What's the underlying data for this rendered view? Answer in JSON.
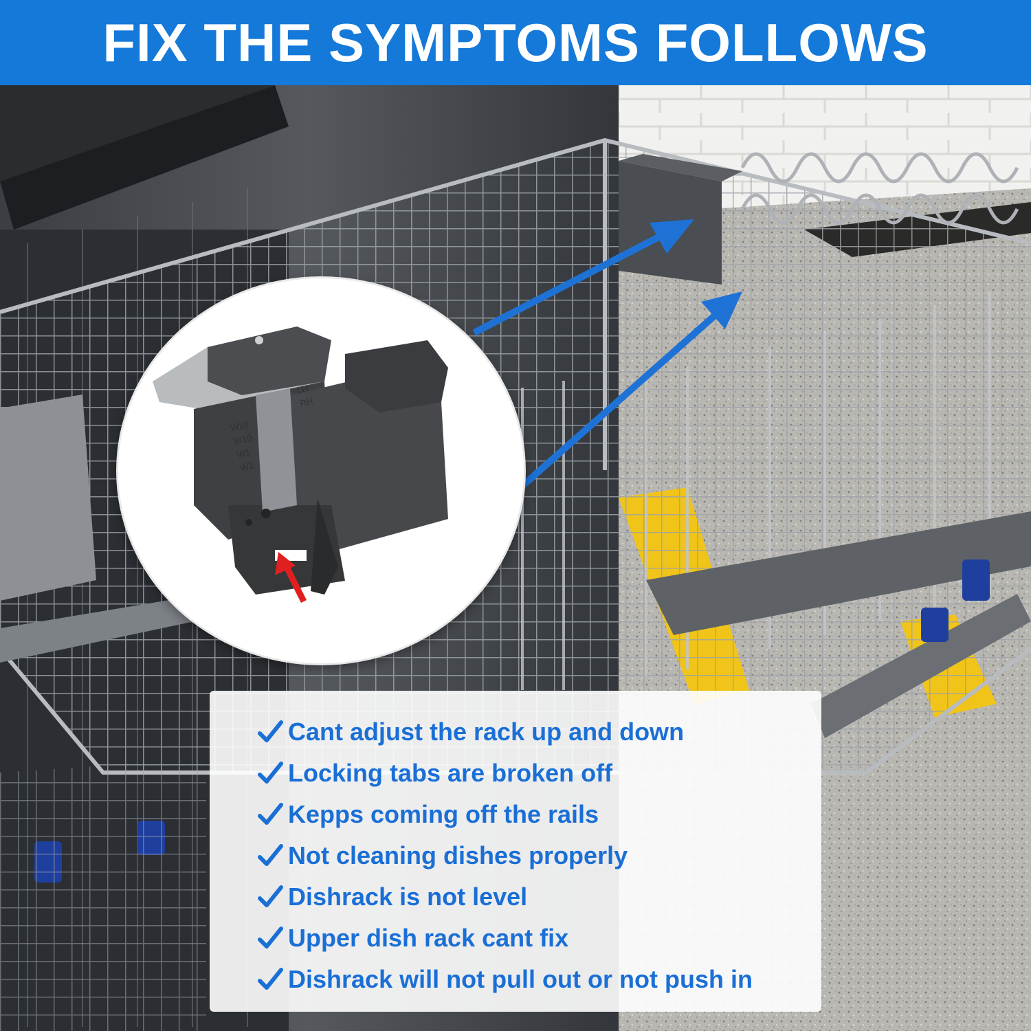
{
  "banner": {
    "title": "FIX THE SYMPTOMS FOLLOWS",
    "background": "#1479d9",
    "text_color": "#ffffff"
  },
  "photo": {
    "subject": "dishwasher upper rack adjuster",
    "arrow_color": "#1e72d6",
    "pointer_color": "#e02020"
  },
  "zoom": {
    "part_markings": [
      "W10",
      "W10",
      "W1",
      "W1",
      "LH",
      "RH"
    ]
  },
  "symptoms": {
    "accent": "#1a6fd6",
    "check_icon": "check-icon",
    "items": [
      "Cant adjust the rack up and  down",
      "Locking tabs are broken off",
      "Kepps coming off the rails",
      "Not cleaning dishes properly",
      "Dishrack is not level",
      "Upper dish rack cant fix",
      "Dishrack will not pull out or not push in"
    ]
  }
}
